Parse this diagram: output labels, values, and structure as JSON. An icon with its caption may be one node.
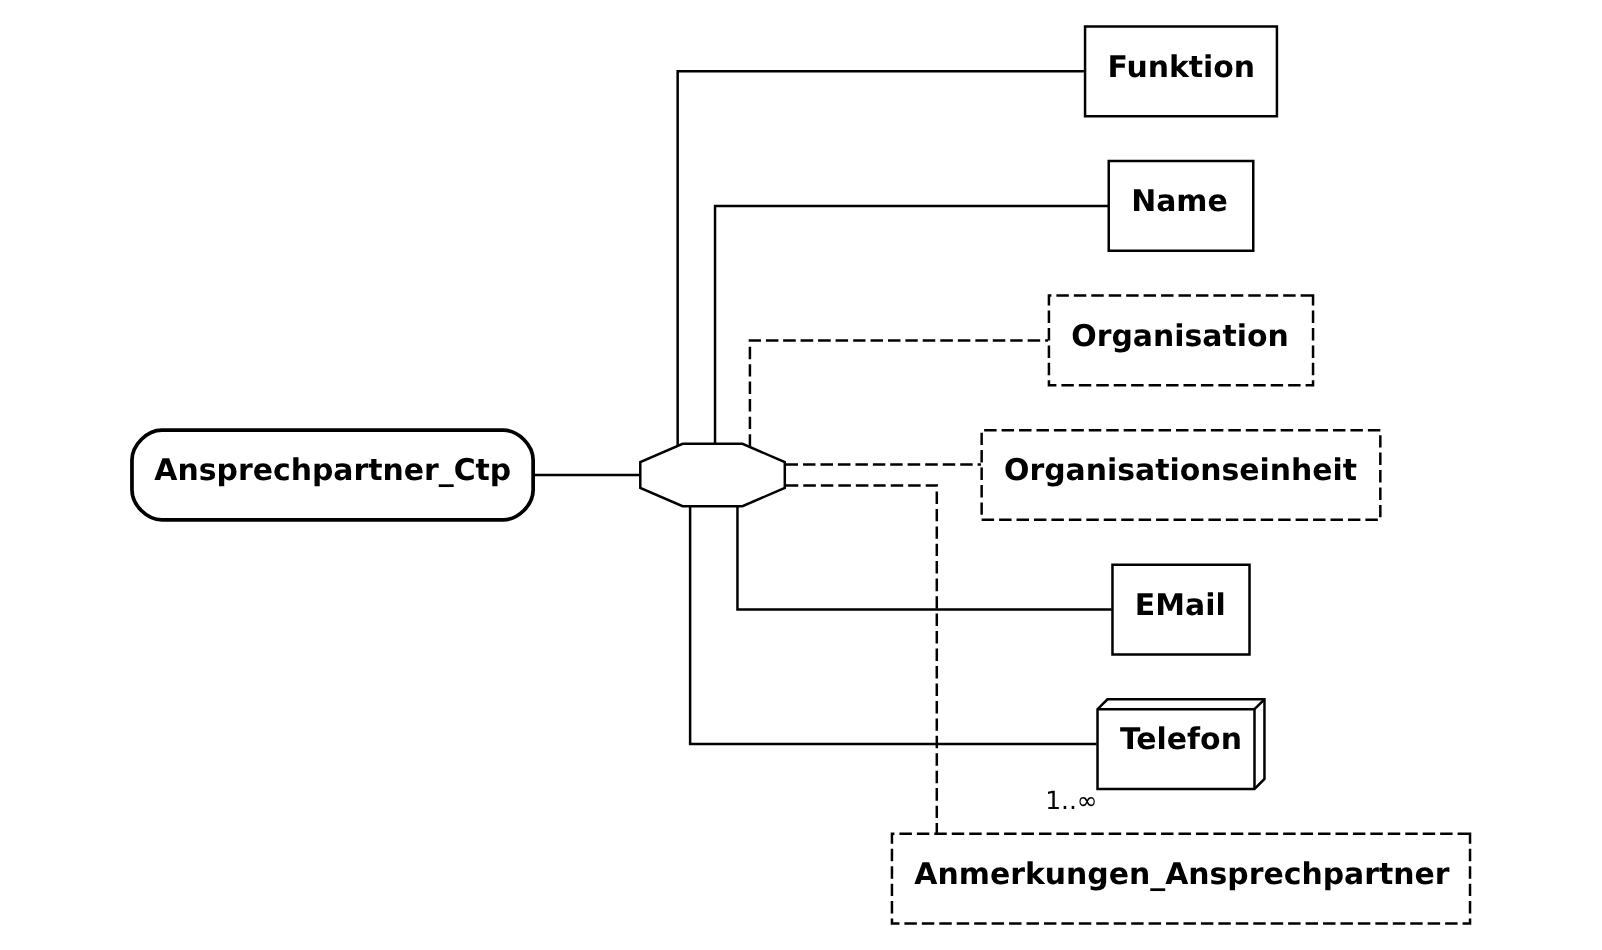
{
  "diagram": {
    "nodes": [
      {
        "text": [
          "Ansprechpartner_Ctp"
        ]
      },
      {
        "text": [],
        "shape": "octagon"
      },
      {
        "text": [
          "Funktion"
        ]
      },
      {
        "text": [
          "Name"
        ]
      },
      {
        "text": [
          "Organisation"
        ]
      },
      {
        "text": [
          "Organisationseinheit"
        ]
      },
      {
        "text": [
          "EMail"
        ]
      },
      {
        "text": [
          "Telefon"
        ],
        "beside": [
          "1..∞"
        ]
      },
      {
        "text": [
          "Anmerkungen_Ansprechpartner"
        ]
      }
    ],
    "edges": [
      {
        "from": 0,
        "to": 1,
        "arrow": "none"
      },
      {
        "from": 1,
        "to": 2,
        "arrow": "none"
      },
      {
        "from": 1,
        "to": 3,
        "arrow": "none"
      },
      {
        "from": 1,
        "to": 4,
        "arrow": "none",
        "style": "dashed"
      },
      {
        "from": 1,
        "to": 5,
        "arrow": "none",
        "style": "dashed"
      },
      {
        "from": 1,
        "to": 6,
        "arrow": "none"
      },
      {
        "from": 1,
        "to": 7,
        "arrow": "none"
      },
      {
        "from": 1,
        "to": 8,
        "arrow": "none",
        "style": "dashed"
      }
    ]
  }
}
